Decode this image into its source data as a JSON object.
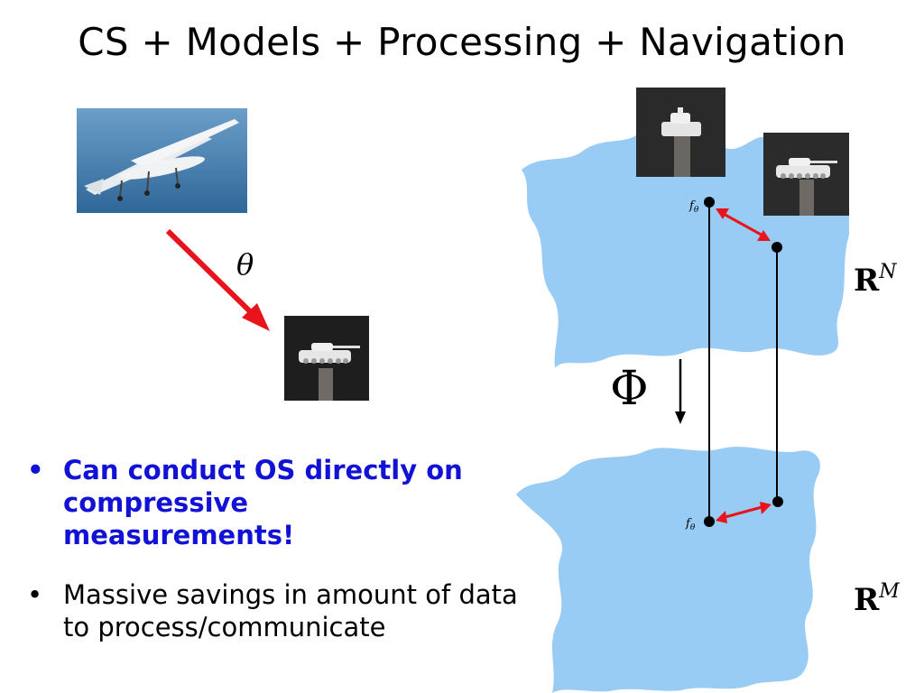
{
  "slide": {
    "title": "CS + Models + Processing + Navigation"
  },
  "diagram": {
    "theta_label": "θ",
    "phi_label": "Φ",
    "f_theta_top": "f",
    "f_theta_top_sub": "θ",
    "f_theta_bottom": "f",
    "f_theta_bottom_sub": "θ",
    "space_high": "R",
    "space_high_sup": "N",
    "space_low": "R",
    "space_low_sup": "M",
    "colors": {
      "manifold": "#99ccf5",
      "arrow": "#e8141b",
      "text_emph": "#1212d6"
    }
  },
  "bullets": [
    {
      "marker": "•",
      "text": "Can conduct OS directly on compressive measurements!"
    },
    {
      "marker": "•",
      "text": "Massive savings in amount of data to process/communicate"
    }
  ]
}
